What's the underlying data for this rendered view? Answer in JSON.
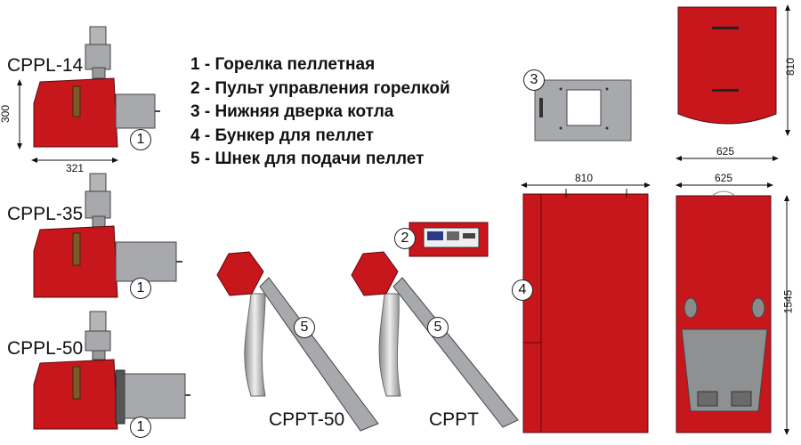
{
  "burners": [
    {
      "model": "CPPL-14",
      "dim_height": "300",
      "dim_width": "321"
    },
    {
      "model": "CPPL-35"
    },
    {
      "model": "CPPL-50"
    }
  ],
  "legend": [
    "1 - Горелка пеллетная",
    "2 - Пульт управления горелкой",
    "3 - Нижняя дверка котла",
    "4 - Бункер для пеллет",
    "5 - Шнек для подачи пеллет"
  ],
  "markers": {
    "burner": "1",
    "panel": "2",
    "door": "3",
    "hopper": "4",
    "auger": "5"
  },
  "augers": [
    "CPPT-50",
    "CPPT"
  ],
  "dimensions": {
    "top_view_height": "810",
    "top_view_width": "625",
    "side_view_width": "810",
    "front_view_width": "625",
    "front_view_height": "1545"
  },
  "colors": {
    "red": "#c8161d",
    "dark_red": "#8e0f14",
    "gray": "#a7a9ac",
    "dark": "#222222"
  }
}
